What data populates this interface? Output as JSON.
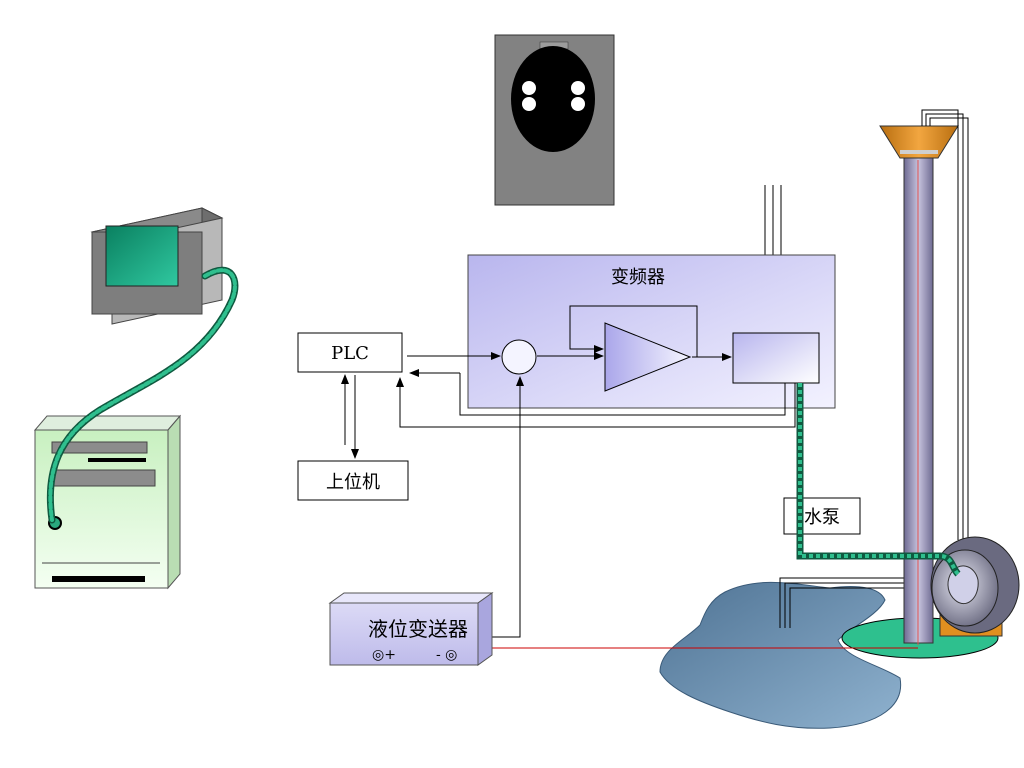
{
  "labels": {
    "vfd": "变频器",
    "plc": "PLC",
    "host": "上位机",
    "pump": "水泵",
    "level_transmitter": "液位变送器",
    "terminal_plus": "◎+",
    "terminal_minus": "- ◎"
  },
  "colors": {
    "vfd_box": "#c9c7f2",
    "cable": "#2aa87e",
    "pipe": "#9a97b8",
    "water": "#5b86a8",
    "tank_base": "#2ec08e",
    "funnel": "#d98a1e",
    "level_line": "#cc0000"
  }
}
